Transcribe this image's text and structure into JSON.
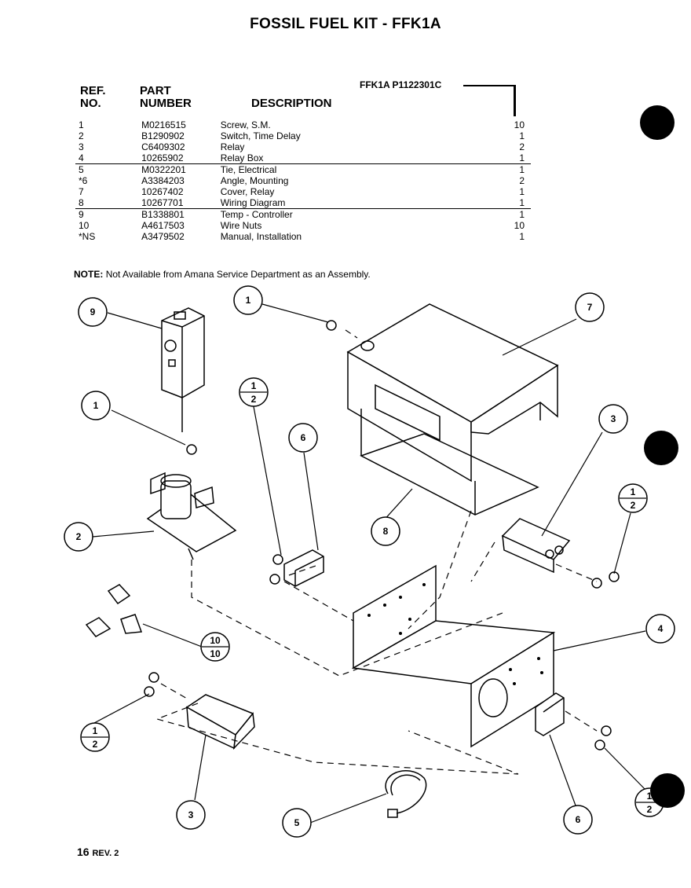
{
  "title": "FOSSIL FUEL KIT - FFK1A",
  "headers": {
    "ref_line1": "REF.",
    "ref_line2": "NO.",
    "part_line1": "PART",
    "part_line2": "NUMBER",
    "description": "DESCRIPTION"
  },
  "kit_label": "FFK1A P1122301C",
  "parts": [
    {
      "ref": "1",
      "part": "M0216515",
      "desc": "Screw, S.M.",
      "qty": "10"
    },
    {
      "ref": "2",
      "part": "B1290902",
      "desc": "Switch, Time Delay",
      "qty": "1"
    },
    {
      "ref": "3",
      "part": "C6409302",
      "desc": "Relay",
      "qty": "2"
    },
    {
      "ref": "4",
      "part": "10265902",
      "desc": "Relay Box",
      "qty": "1"
    },
    {
      "ref": "5",
      "part": "M0322201",
      "desc": "Tie, Electrical",
      "qty": "1"
    },
    {
      "ref": "*6",
      "part": "A3384203",
      "desc": "Angle, Mounting",
      "qty": "2"
    },
    {
      "ref": "7",
      "part": "10267402",
      "desc": "Cover, Relay",
      "qty": "1"
    },
    {
      "ref": "8",
      "part": "10267701",
      "desc": "Wiring Diagram",
      "qty": "1"
    },
    {
      "ref": "9",
      "part": "B1338801",
      "desc": "Temp - Controller",
      "qty": "1"
    },
    {
      "ref": "10",
      "part": "A4617503",
      "desc": "Wire Nuts",
      "qty": "10"
    },
    {
      "ref": "*NS",
      "part": "A3479502",
      "desc": "Manual, Installation",
      "qty": "1"
    }
  ],
  "note": {
    "label": "NOTE:",
    "text": "Not Available from Amana Service Department as an Assembly."
  },
  "callouts": {
    "c9": "9",
    "c1a": "1",
    "c1b": "1",
    "c7": "7",
    "c2a_num": "1",
    "c2a_den": "2",
    "c6a": "6",
    "c3a": "3",
    "c2b_num": "1",
    "c2b_den": "2",
    "c2": "2",
    "c8": "8",
    "c4": "4",
    "c10_num": "10",
    "c10_den": "10",
    "c2c_num": "1",
    "c2c_den": "2",
    "c3b": "3",
    "c5": "5",
    "c6b": "6",
    "c2d_num": "1",
    "c2d_den": "2"
  },
  "footer": {
    "page": "16",
    "rev": "REV. 2"
  }
}
